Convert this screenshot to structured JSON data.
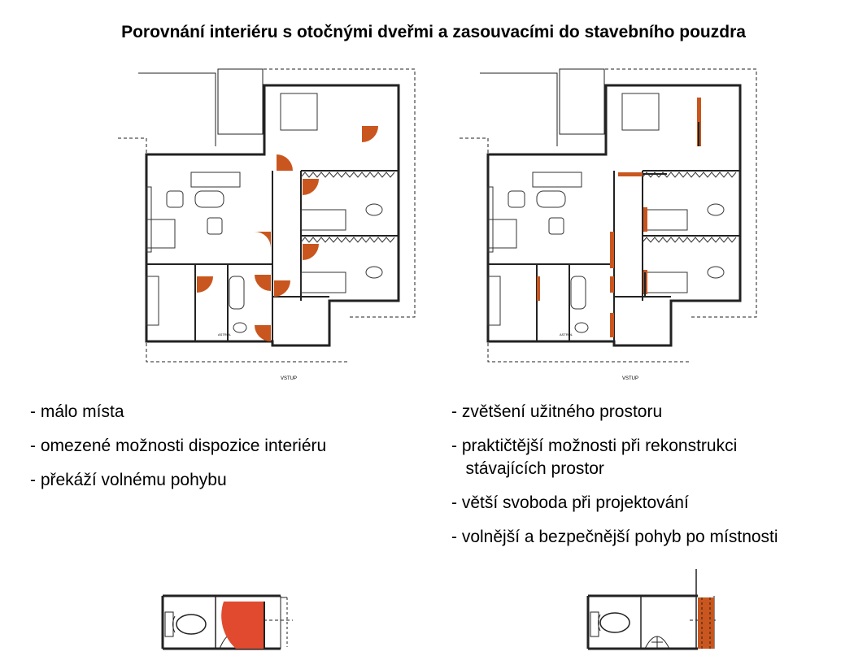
{
  "title": "Porovnání interiéru s otočnými dveřmi a zasouvacími do stavebního pouzdra",
  "plan": {
    "entrance_label": "VSTUP",
    "toilet_label": "ASTROL"
  },
  "left_list": [
    "- málo místa",
    "- omezené možnosti dispozice interiéru",
    "- překáží volnému pohybu"
  ],
  "right_list": [
    "- zvětšení užitného prostoru",
    "- praktičtější možnosti při rekonstrukci\n   stávajících prostor",
    "- větší svoboda při projektování",
    "- volnější a bezpečnější pohyb po místnosti"
  ],
  "colors": {
    "door_highlight": "#e14a2f",
    "door_swing": "#c9561e",
    "wall": "#222222"
  }
}
